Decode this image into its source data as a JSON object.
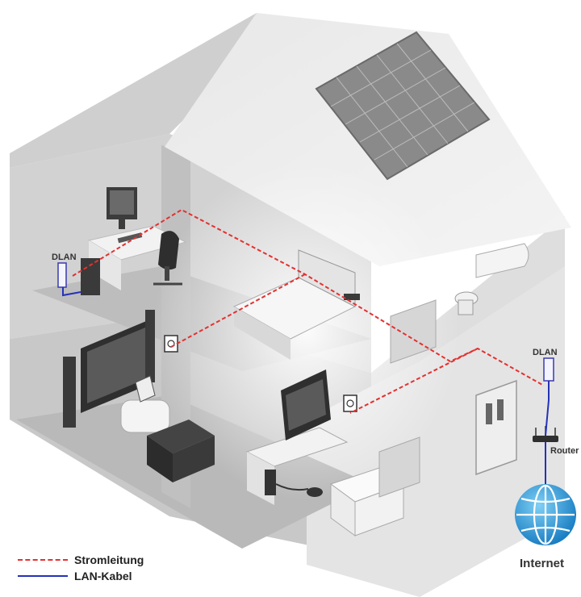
{
  "labels": {
    "dlan_left": "DLAN",
    "dlan_right": "DLAN",
    "router": "Router",
    "internet": "Internet"
  },
  "legend": [
    {
      "label": "Stromleitung",
      "style": "dashed",
      "color": "#e53030"
    },
    {
      "label": "LAN-Kabel",
      "style": "solid",
      "color": "#2432b8"
    }
  ],
  "colors": {
    "power_line": "#e53030",
    "lan_cable": "#2432b8",
    "globe": "#1e9ad8"
  },
  "icons": [
    "solar-panel-icon",
    "monitor-icon",
    "office-chair-icon",
    "bed-icon",
    "tv-icon",
    "laptop-icon",
    "sofa-icon",
    "armchair-icon",
    "bathtub-icon",
    "toilet-icon",
    "door-icon",
    "router-icon",
    "globe-icon",
    "wall-socket-icon",
    "game-controller-icon"
  ]
}
